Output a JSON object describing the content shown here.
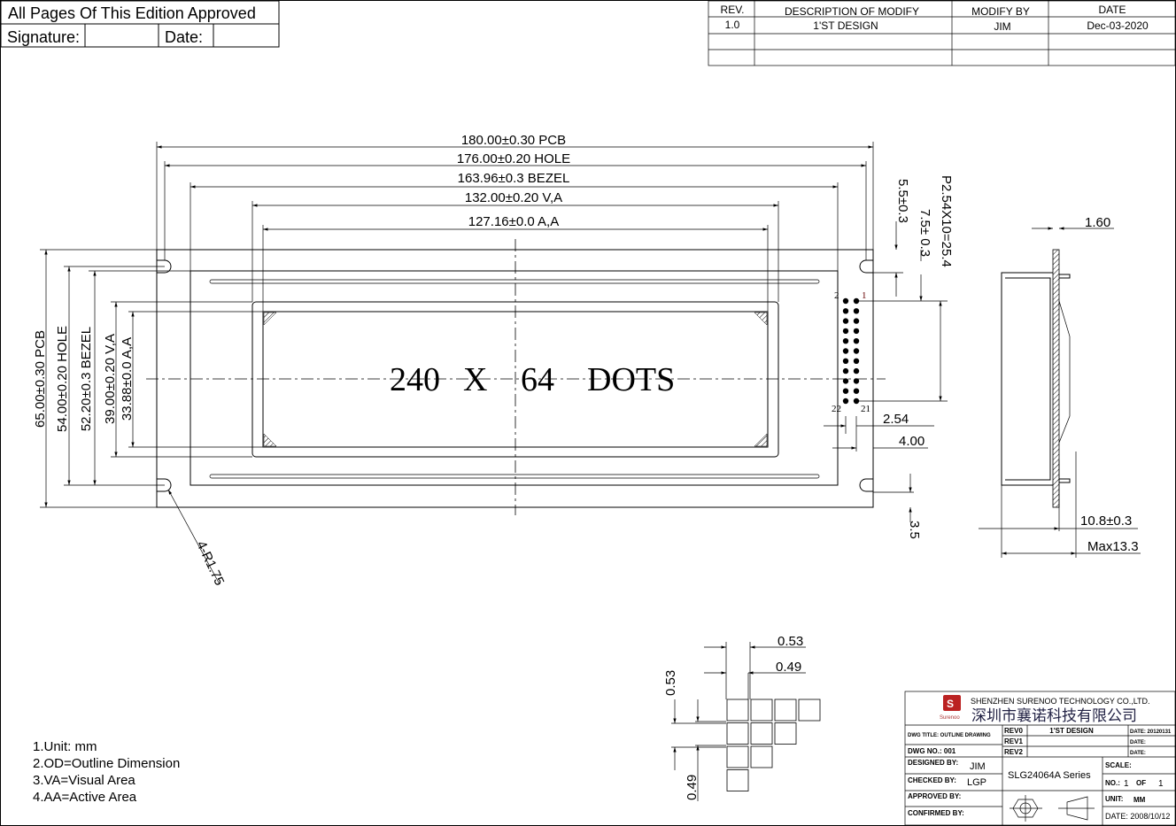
{
  "approval": {
    "title": "All Pages Of This Edition Approved",
    "signature_label": "Signature:",
    "date_label": "Date:"
  },
  "revision_table": {
    "headers": [
      "REV.",
      "DESCRIPTION OF MODIFY",
      "MODIFY BY",
      "DATE"
    ],
    "rows": [
      [
        "1.0",
        "1'ST DESIGN",
        "JIM",
        "Dec-03-2020"
      ]
    ]
  },
  "dimensions": {
    "pcb_w": "180.00±0.30 PCB",
    "hole_w": "176.00±0.20 HOLE",
    "bezel_w": "163.96±0.3 BEZEL",
    "va_w": "132.00±0.20 V,A",
    "aa_w": "127.16±0.0 A,A",
    "pcb_h": "65.00±0.30 PCB",
    "hole_h": "54.00±0.20 HOLE",
    "bezel_h": "52.20±0.3 BEZEL",
    "va_h": "39.00±0.20 V,A",
    "aa_h": "33.88±0.0 A,A",
    "top_offset1": "5.5±0.3",
    "top_offset2": "7.5± 0.3",
    "pin_span": "P2.54X10=25.4",
    "pitch": "2.54",
    "pin_edge": "4.00",
    "bottom_offset": "3.5",
    "radius": "4-R1.75",
    "side_thick": "1.60",
    "side_depth": "10.8±0.3",
    "side_max": "Max13.3",
    "pixel_w1": "0.53",
    "pixel_w2": "0.49",
    "pixel_h1": "0.53",
    "pixel_h2": "0.49"
  },
  "pins": {
    "p1": "1",
    "p2": "2",
    "p21": "21",
    "p22": "22"
  },
  "display_label": {
    "cols": "240",
    "x": "X",
    "rows": "64",
    "dots": "DOTS"
  },
  "notes": [
    "1.Unit: mm",
    "2.OD=Outline Dimension",
    "3.VA=Visual Area",
    "4.AA=Active Area"
  ],
  "title_block": {
    "company_en": "SHENZHEN SURENOO TECHNOLOGY CO.,LTD.",
    "company_cn": "深圳市襄诺科技有限公司",
    "logo_text": "Surenoo",
    "dwg_title": "DWG TITLE: OUTLINE DRAWING",
    "dwg_no": "DWG NO.: 001",
    "revs": [
      {
        "label": "REV0",
        "desc": "1'ST DESIGN",
        "date": "DATE: 20120131"
      },
      {
        "label": "REV1",
        "desc": "",
        "date": "DATE:"
      },
      {
        "label": "REV2",
        "desc": "",
        "date": "DATE:"
      }
    ],
    "designed_label": "DESIGNED BY:",
    "designed": "JIM",
    "checked_label": "CHECKED BY:",
    "checked": "LGP",
    "approved_label": "APPROVED BY:",
    "confirmed_label": "CONFIRMED BY:",
    "series": "SLG24064A Series",
    "scale_label": "SCALE:",
    "no_label": "NO.:",
    "no": "1",
    "of_label": "OF",
    "of": "1",
    "unit_label": "UNIT:",
    "unit": "MM",
    "date": "DATE: 2008/10/12"
  }
}
